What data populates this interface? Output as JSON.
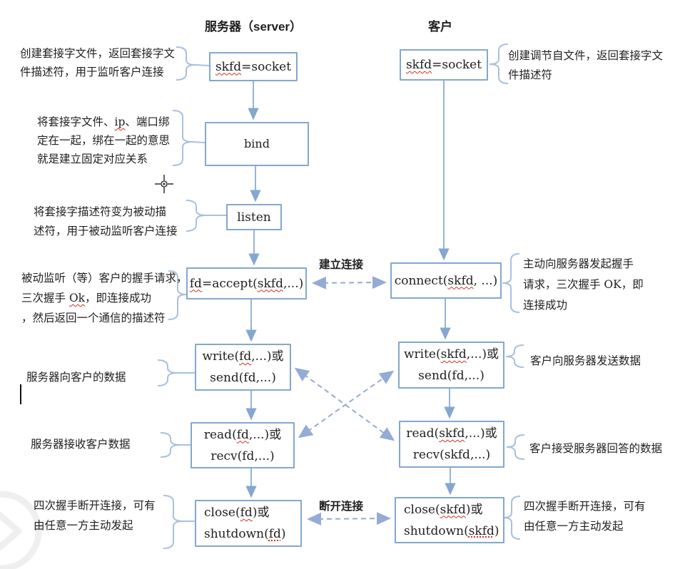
{
  "colors": {
    "line": "#84a7cf",
    "dash": "#94abd4",
    "brace": "#a9c0de",
    "ink": "#1f1f1f",
    "squiggle": "#cf2f21",
    "watermark": "#efefef",
    "bg": "#ffffff"
  },
  "header": {
    "server_title": "服务器（server）",
    "client_title": "客户"
  },
  "flow_labels": {
    "establish": "建立连接",
    "disconnect": "断开连接"
  },
  "boxes": {
    "srv_socket": {
      "lines": [
        [
          {
            "t": "skfd",
            "u": "w"
          },
          {
            "t": "=socket"
          }
        ]
      ]
    },
    "srv_bind": {
      "lines": [
        [
          {
            "t": "bind"
          }
        ]
      ]
    },
    "srv_listen": {
      "lines": [
        [
          {
            "t": "listen"
          }
        ]
      ]
    },
    "srv_accept": {
      "lines": [
        [
          {
            "t": "fd",
            "u": "w"
          },
          {
            "t": "=accept("
          },
          {
            "t": "skfd",
            "u": "w"
          },
          {
            "t": ",...)"
          }
        ]
      ]
    },
    "srv_write": {
      "lines": [
        [
          {
            "t": "write("
          },
          {
            "t": "fd",
            "u": "w"
          },
          {
            "t": ",...)或"
          }
        ],
        [
          {
            "t": "send(fd,...)"
          }
        ]
      ]
    },
    "srv_read": {
      "lines": [
        [
          {
            "t": "read("
          },
          {
            "t": "fd",
            "u": "w"
          },
          {
            "t": ",...)或"
          }
        ],
        [
          {
            "t": "recv(fd,...)"
          }
        ]
      ]
    },
    "srv_close": {
      "lines": [
        [
          {
            "t": "close("
          },
          {
            "t": "fd",
            "u": "w"
          },
          {
            "t": ")或"
          }
        ],
        [
          {
            "t": "shutdown("
          },
          {
            "t": "fd",
            "u": "d"
          },
          {
            "t": ")"
          }
        ]
      ]
    },
    "cli_socket": {
      "lines": [
        [
          {
            "t": "skfd",
            "u": "w"
          },
          {
            "t": "=socket"
          }
        ]
      ]
    },
    "cli_connect": {
      "lines": [
        [
          {
            "t": "connect("
          },
          {
            "t": "skfd",
            "u": "w"
          },
          {
            "t": ", ...)"
          }
        ]
      ]
    },
    "cli_write": {
      "lines": [
        [
          {
            "t": "write("
          },
          {
            "t": "skfd",
            "u": "w"
          },
          {
            "t": ",...)或"
          }
        ],
        [
          {
            "t": "send(fd,...)"
          }
        ]
      ]
    },
    "cli_read": {
      "lines": [
        [
          {
            "t": "read("
          },
          {
            "t": "skfd",
            "u": "w"
          },
          {
            "t": ",...)或"
          }
        ],
        [
          {
            "t": "recv(skfd,...)"
          }
        ]
      ]
    },
    "cli_close": {
      "lines": [
        [
          {
            "t": "close("
          },
          {
            "t": "skfd",
            "u": "w"
          },
          {
            "t": ")或"
          }
        ],
        [
          {
            "t": "shutdown("
          },
          {
            "t": "skfd",
            "u": "d"
          },
          {
            "t": ")"
          }
        ]
      ]
    }
  },
  "annotations": {
    "srv_socket": {
      "lines": [
        [
          {
            "t": "创建套接字文件，返回套接字文"
          }
        ],
        [
          {
            "t": "件描述符，用于监听客户连接"
          }
        ]
      ]
    },
    "srv_bind": {
      "lines": [
        [
          {
            "t": "将套接字文件、"
          },
          {
            "t": "ip",
            "u": "w"
          },
          {
            "t": "、端口绑"
          }
        ],
        [
          {
            "t": "定在一起，绑在一起的意思"
          }
        ],
        [
          {
            "t": "就是建立固定对应关系"
          }
        ]
      ]
    },
    "srv_listen": {
      "lines": [
        [
          {
            "t": "将套接字描述符变为被动描"
          }
        ],
        [
          {
            "t": "述符，用于被动监听客户连接"
          }
        ]
      ]
    },
    "srv_accept": {
      "lines": [
        [
          {
            "t": "被动监听（等）客户的握手请求，"
          }
        ],
        [
          {
            "t": "三次握手 "
          },
          {
            "t": "Ok",
            "u": "w"
          },
          {
            "t": "，即连接成功"
          }
        ],
        [
          {
            "t": "，然后返回一个通信的描述符"
          }
        ]
      ]
    },
    "srv_write": {
      "lines": [
        [
          {
            "t": "服务器向客户的数据"
          }
        ]
      ]
    },
    "srv_read": {
      "lines": [
        [
          {
            "t": "服务器接收客户数据"
          }
        ]
      ]
    },
    "srv_close": {
      "lines": [
        [
          {
            "t": "四次握手断开连接，可有"
          }
        ],
        [
          {
            "t": "由任意一方主动发起"
          }
        ]
      ]
    },
    "cli_socket": {
      "lines": [
        [
          {
            "t": "创建调节自文件，返回套接字文"
          }
        ],
        [
          {
            "t": "件描述符"
          }
        ]
      ]
    },
    "cli_connect": {
      "lines": [
        [
          {
            "t": "主动向服务器发起握手"
          }
        ],
        [
          {
            "t": "请求，三次握手 OK，即"
          }
        ],
        [
          {
            "t": "连接成功"
          }
        ]
      ]
    },
    "cli_write": {
      "lines": [
        [
          {
            "t": "客户向服务器发送数据"
          }
        ]
      ]
    },
    "cli_read": {
      "lines": [
        [
          {
            "t": "客户接受服务器回答的数据"
          }
        ]
      ]
    },
    "cli_close": {
      "lines": [
        [
          {
            "t": "四次握手断开连接，可有"
          }
        ],
        [
          {
            "t": "由任意一方主动发起"
          }
        ]
      ]
    }
  }
}
